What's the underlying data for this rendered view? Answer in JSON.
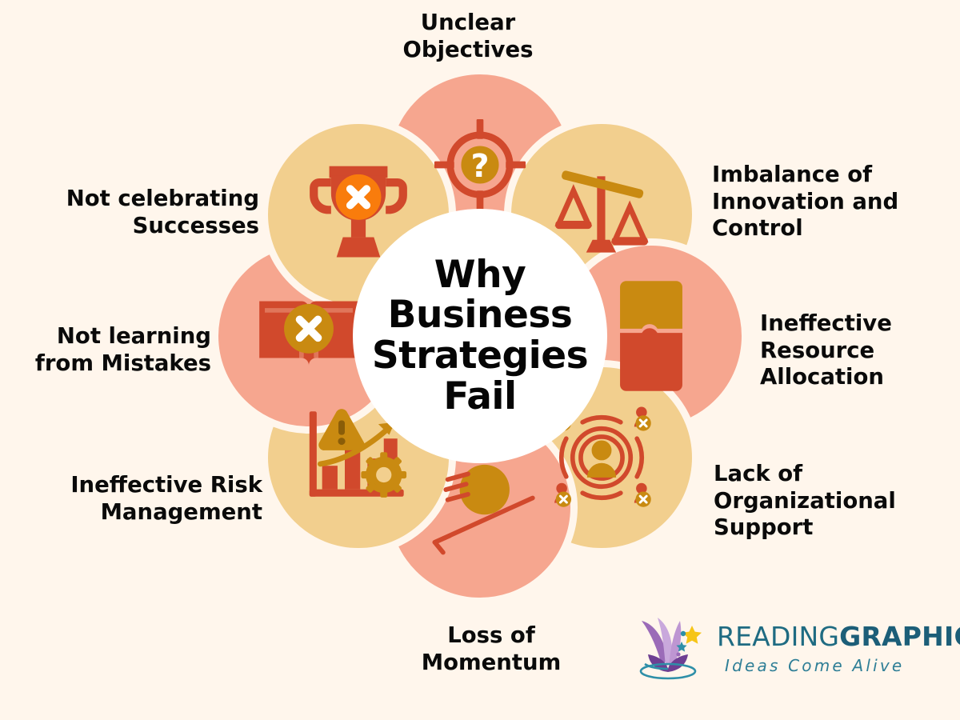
{
  "background_color": "#FFF6EC",
  "hub": {
    "title": "Why\nBusiness\nStrategies\nFail",
    "background": "#FFFFFF",
    "text_color": "#050505"
  },
  "palette": {
    "salmon": "#F6A68F",
    "tan": "#F2CF8E",
    "yellow_ring": "#FCC537",
    "icon_red": "#D1492C",
    "icon_gold": "#C98A11",
    "icon_orange": "#F97C0C",
    "label_text": "#0A0A0A",
    "logo_teal": "#1F6B82",
    "logo_purple": "#7B4A9C"
  },
  "petals": [
    {
      "id": "unclear-objectives",
      "label": "Unclear\nObjectives",
      "icon": "target-question-icon",
      "color": "#F6A68F",
      "position": "top",
      "label_align": "center"
    },
    {
      "id": "imbalance-innovation-control",
      "label": "Imbalance of\nInnovation and\nControl",
      "icon": "unbalanced-scales-icon",
      "color": "#F2CF8E",
      "position": "top-right",
      "label_align": "left"
    },
    {
      "id": "ineffective-resource-allocation",
      "label": "Ineffective\nResource\nAllocation",
      "icon": "puzzle-pieces-icon",
      "color": "#F6A68F",
      "position": "right",
      "label_align": "left"
    },
    {
      "id": "lack-of-organizational-support",
      "label": "Lack of\nOrganizational\nSupport",
      "icon": "people-network-x-icon",
      "color": "#F2CF8E",
      "position": "bottom-right",
      "label_align": "left"
    },
    {
      "id": "loss-of-momentum",
      "label": "Loss of\nMomentum",
      "icon": "ball-rolling-down-icon",
      "color": "#F6A68F",
      "position": "bottom",
      "label_align": "center"
    },
    {
      "id": "ineffective-risk-management",
      "label": "Ineffective Risk\nManagement",
      "icon": "bar-chart-warning-gear-icon",
      "color": "#F2CF8E",
      "position": "bottom-left",
      "label_align": "right"
    },
    {
      "id": "not-learning-from-mistakes",
      "label": "Not learning\nfrom Mistakes",
      "icon": "book-x-icon",
      "color": "#F6A68F",
      "position": "left",
      "label_align": "right"
    },
    {
      "id": "not-celebrating-successes",
      "label": "Not celebrating\nSuccesses",
      "icon": "trophy-x-icon",
      "color": "#F2CF8E",
      "position": "top-left",
      "label_align": "right"
    }
  ],
  "logo": {
    "name_light": "READING",
    "name_bold": "GRAPHICS",
    "tagline": "Ideas Come Alive",
    "mark": "open-book-star-icon"
  }
}
